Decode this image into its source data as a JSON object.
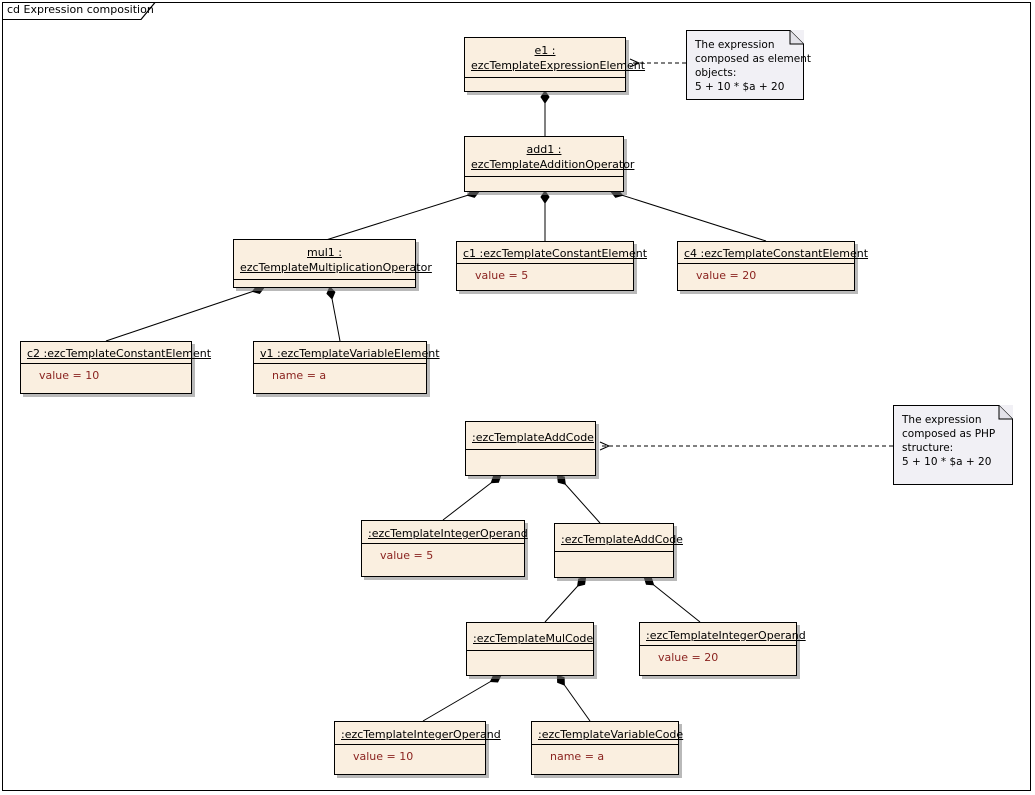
{
  "frame": {
    "label": "cd Expression composition",
    "kind": "class-diagram-frame"
  },
  "colors": {
    "box_fill": "#faefe0",
    "box_border": "#000000",
    "attribute_text": "#8b2420",
    "note_fill": "#f1f0f5",
    "note_border": "#000000",
    "canvas": "#ffffff"
  },
  "notes": [
    {
      "id": "note-element-objects",
      "text": "The expression\ncomposed as element\nobjects:\n5 + 10 * $a + 20",
      "anchor_target": "e1"
    },
    {
      "id": "note-php-structure",
      "text": "The expression\ncomposed as PHP\nstructure:\n5 + 10 * $a + 20",
      "anchor_target": "addcode-root"
    }
  ],
  "objects": [
    {
      "id": "e1",
      "name": "e1 :",
      "class": "ezcTemplateExpressionElement",
      "title_lines": [
        "e1 :",
        "ezcTemplateExpressionElement"
      ],
      "attributes": []
    },
    {
      "id": "add1",
      "name": "add1 :",
      "class": "ezcTemplateAdditionOperator",
      "title_lines": [
        "add1 :",
        "ezcTemplateAdditionOperator"
      ],
      "attributes": []
    },
    {
      "id": "mul1",
      "name": "mul1 :",
      "class": "ezcTemplateMultiplicationOperator",
      "title_lines": [
        "mul1 :",
        "ezcTemplateMultiplicationOperator"
      ],
      "attributes": []
    },
    {
      "id": "c1",
      "title_lines": [
        "c1 :ezcTemplateConstantElement"
      ],
      "attributes": [
        "value = 5"
      ]
    },
    {
      "id": "c4",
      "title_lines": [
        "c4 :ezcTemplateConstantElement"
      ],
      "attributes": [
        "value = 20"
      ]
    },
    {
      "id": "c2",
      "title_lines": [
        "c2 :ezcTemplateConstantElement"
      ],
      "attributes": [
        "value = 10"
      ]
    },
    {
      "id": "v1",
      "title_lines": [
        "v1 :ezcTemplateVariableElement"
      ],
      "attributes": [
        "name = a"
      ]
    },
    {
      "id": "addcode-root",
      "title_lines": [
        ":ezcTemplateAddCode"
      ],
      "attributes": []
    },
    {
      "id": "intop5",
      "title_lines": [
        ":ezcTemplateIntegerOperand"
      ],
      "attributes": [
        "value = 5"
      ]
    },
    {
      "id": "addcode-2",
      "title_lines": [
        ":ezcTemplateAddCode"
      ],
      "attributes": []
    },
    {
      "id": "mulcode",
      "title_lines": [
        ":ezcTemplateMulCode"
      ],
      "attributes": []
    },
    {
      "id": "intop20",
      "title_lines": [
        ":ezcTemplateIntegerOperand"
      ],
      "attributes": [
        "value = 20"
      ]
    },
    {
      "id": "intop10",
      "title_lines": [
        ":ezcTemplateIntegerOperand"
      ],
      "attributes": [
        "value = 10"
      ]
    },
    {
      "id": "varcode",
      "title_lines": [
        ":ezcTemplateVariableCode"
      ],
      "attributes": [
        "name = a"
      ]
    }
  ],
  "compositions": [
    {
      "whole": "e1",
      "part": "add1"
    },
    {
      "whole": "add1",
      "part": "mul1"
    },
    {
      "whole": "add1",
      "part": "c1"
    },
    {
      "whole": "add1",
      "part": "c4"
    },
    {
      "whole": "mul1",
      "part": "c2"
    },
    {
      "whole": "mul1",
      "part": "v1"
    },
    {
      "whole": "addcode-root",
      "part": "intop5"
    },
    {
      "whole": "addcode-root",
      "part": "addcode-2"
    },
    {
      "whole": "addcode-2",
      "part": "mulcode"
    },
    {
      "whole": "addcode-2",
      "part": "intop20"
    },
    {
      "whole": "mulcode",
      "part": "intop10"
    },
    {
      "whole": "mulcode",
      "part": "varcode"
    }
  ]
}
